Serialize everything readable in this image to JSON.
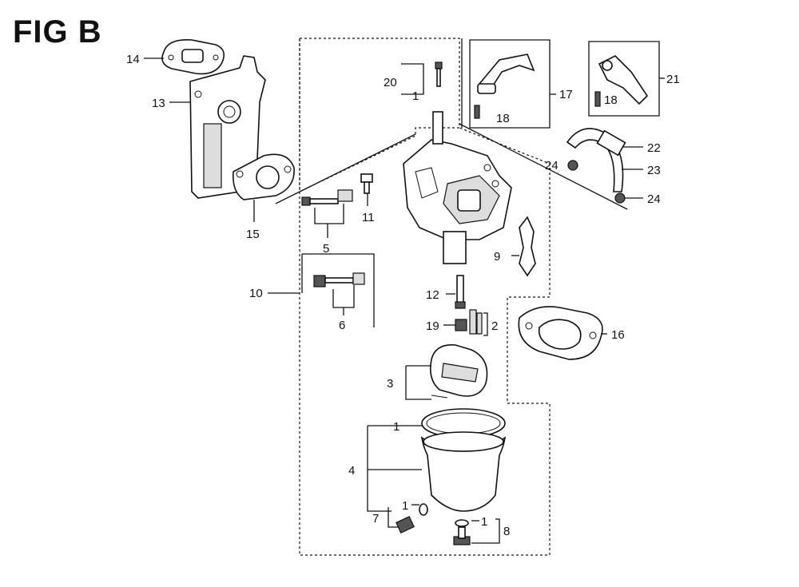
{
  "figure": {
    "title": "FIG B"
  },
  "callouts": {
    "c1a": "1",
    "c1b": "1",
    "c1c": "1",
    "c1d": "1",
    "c2": "2",
    "c3": "3",
    "c4": "4",
    "c5": "5",
    "c6": "6",
    "c7": "7",
    "c8": "8",
    "c9": "9",
    "c10": "10",
    "c11": "11",
    "c12": "12",
    "c13": "13",
    "c14": "14",
    "c15": "15",
    "c16": "16",
    "c17": "17",
    "c18a": "18",
    "c18b": "18",
    "c19": "19",
    "c20": "20",
    "c21": "21",
    "c22": "22",
    "c23": "23",
    "c24a": "24",
    "c24b": "24"
  }
}
